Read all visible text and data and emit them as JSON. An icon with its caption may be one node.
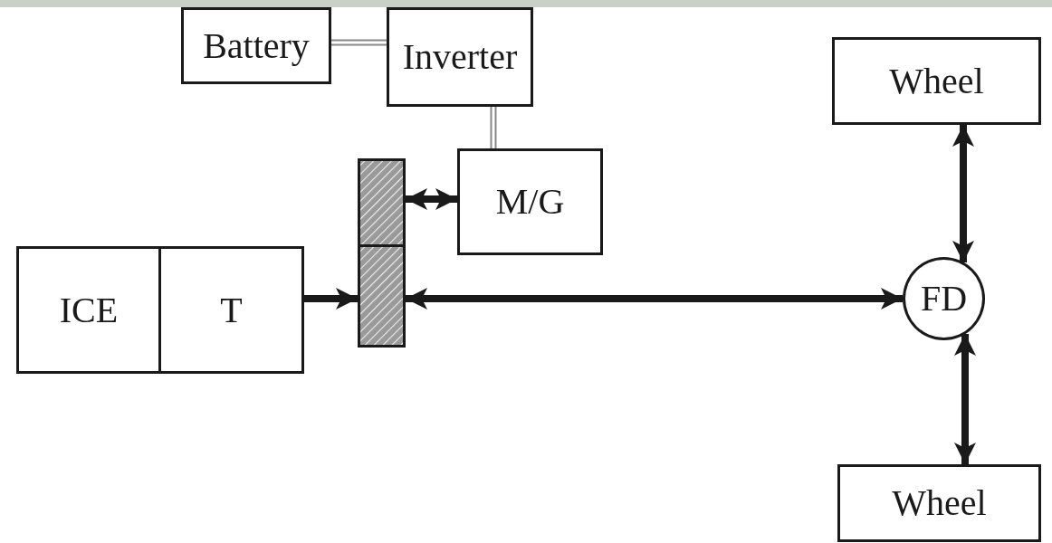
{
  "diagram": {
    "nodes": [
      {
        "text": [
          "Battery"
        ]
      },
      {
        "text": [
          "Inverter"
        ]
      },
      {
        "text": [
          "M/G"
        ]
      },
      {
        "text": [
          "Wheel"
        ]
      },
      {
        "text": [
          "ICE"
        ]
      },
      {
        "text": [
          "T"
        ]
      },
      {
        "text": [],
        "shape": "bar"
      },
      {
        "text": [],
        "shape": "bar"
      },
      {
        "text": [
          "FD"
        ]
      },
      {
        "text": [
          "Wheel"
        ]
      }
    ],
    "edges": [
      {
        "from": 0,
        "to": 1,
        "arrow": "none",
        "color": "#888888"
      },
      {
        "from": 1,
        "to": 2,
        "arrow": "none",
        "color": "#888888"
      },
      {
        "from": 6,
        "to": 2,
        "arrow": "both"
      },
      {
        "from": 5,
        "to": 7,
        "arrow": "to"
      },
      {
        "from": 7,
        "to": 8,
        "arrow": "both"
      },
      {
        "from": 3,
        "to": 8,
        "arrow": "both"
      },
      {
        "from": 8,
        "to": 9,
        "arrow": "both"
      }
    ]
  }
}
